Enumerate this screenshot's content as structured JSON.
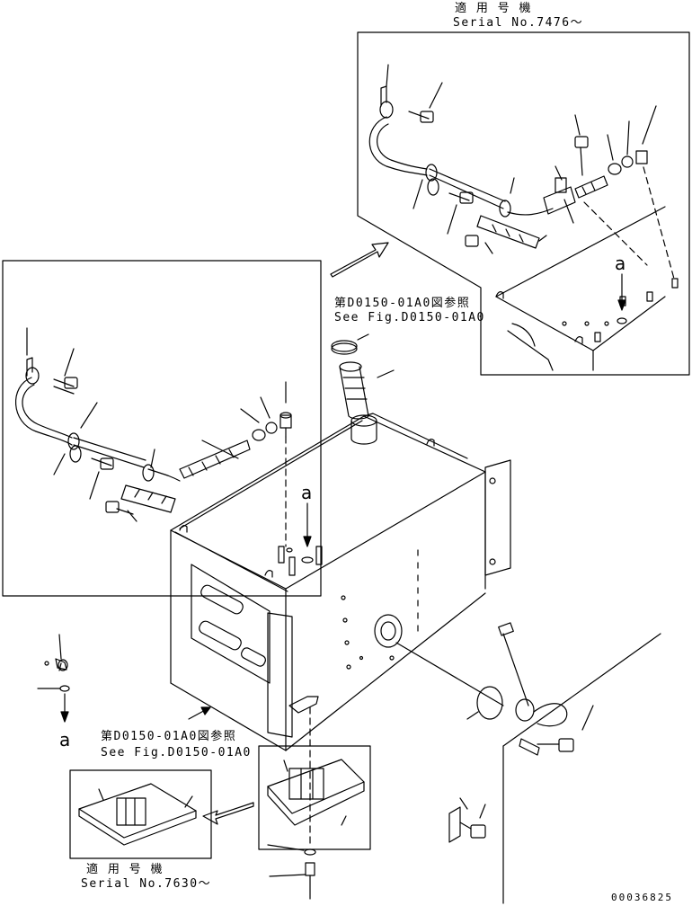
{
  "notes": {
    "serial_top_jp": "適 用 号 機",
    "serial_top_en": "Serial No.7476～",
    "ref_top_jp": "第D0150-01A0図参照",
    "ref_top_en": "See Fig.D0150-01A0",
    "ref_bottom_jp": "第D0150-01A0図参照",
    "ref_bottom_en": "See Fig.D0150-01A0",
    "serial_bottom_jp": "適 用 号 機",
    "serial_bottom_en": "Serial No.7630～"
  },
  "markers": {
    "view_a_left": "a",
    "view_a_detail": "a",
    "view_a_top": "a"
  },
  "document_number": "00036825"
}
